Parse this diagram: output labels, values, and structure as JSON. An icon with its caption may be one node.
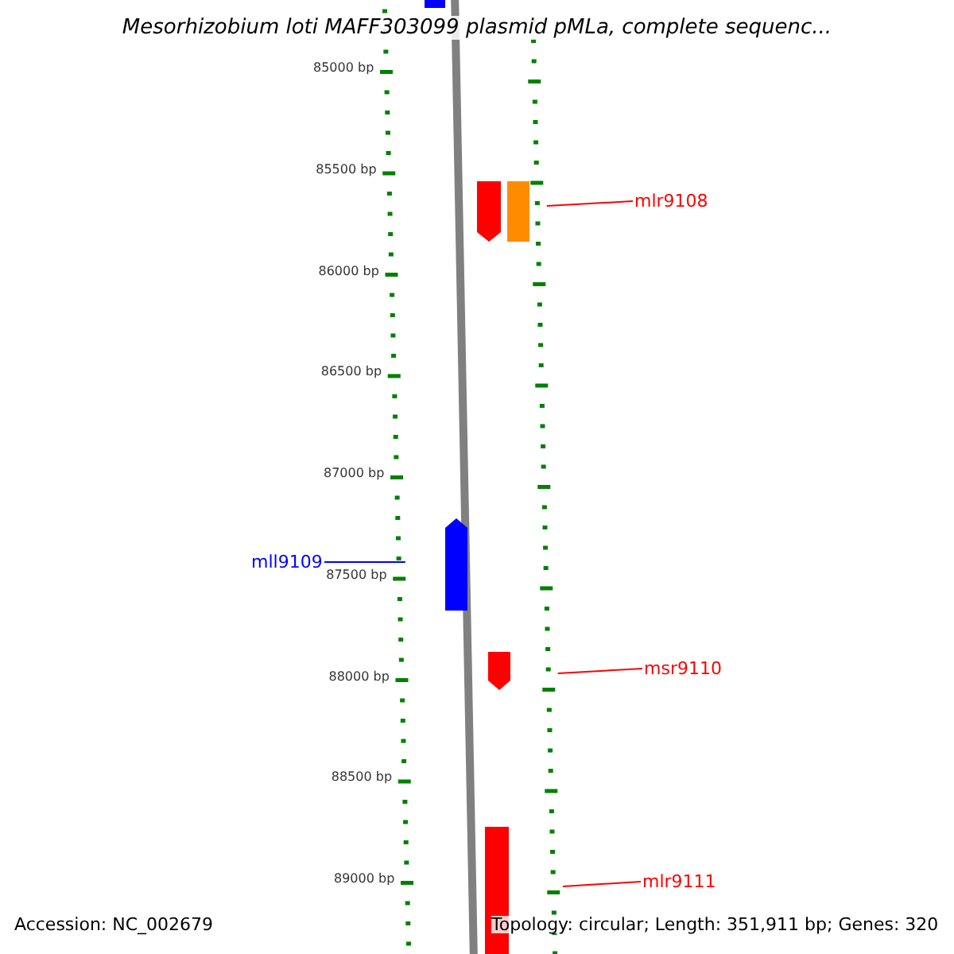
{
  "diagram": {
    "title": "Mesorhizobium loti MAFF303099 plasmid pMLa, complete sequenc...",
    "nodes": [
      {
        "text": [],
        "shape": "bar"
      },
      {
        "text": [
          "mlr9108"
        ]
      },
      {
        "text": [],
        "shape": "bar"
      },
      {
        "text": [],
        "shape": "bar"
      },
      {
        "text": [
          "mll9109"
        ]
      },
      {
        "text": [],
        "shape": "bar"
      },
      {
        "text": [
          "msr9110"
        ]
      },
      {
        "text": [],
        "shape": "bar"
      },
      {
        "text": [
          "mlr9111"
        ]
      },
      {
        "text": [],
        "shape": "bar"
      }
    ],
    "edges": [
      {
        "from": 1,
        "to": 3,
        "arrow": "none"
      },
      {
        "from": 4,
        "to": 5,
        "arrow": "none",
        "color": "#0000ff"
      },
      {
        "from": 6,
        "to": 7,
        "arrow": "none"
      },
      {
        "from": 8,
        "to": 9,
        "arrow": "none"
      }
    ],
    "labels": [
      "85000 bp",
      "85500 bp",
      "86000 bp",
      "86500 bp",
      "87000 bp",
      "87500 bp",
      "88000 bp",
      "88500 bp",
      "89000 bp",
      "Accession: NC_002679",
      "Topology: circular; Length: 351,911 bp; Genes: 320"
    ]
  }
}
